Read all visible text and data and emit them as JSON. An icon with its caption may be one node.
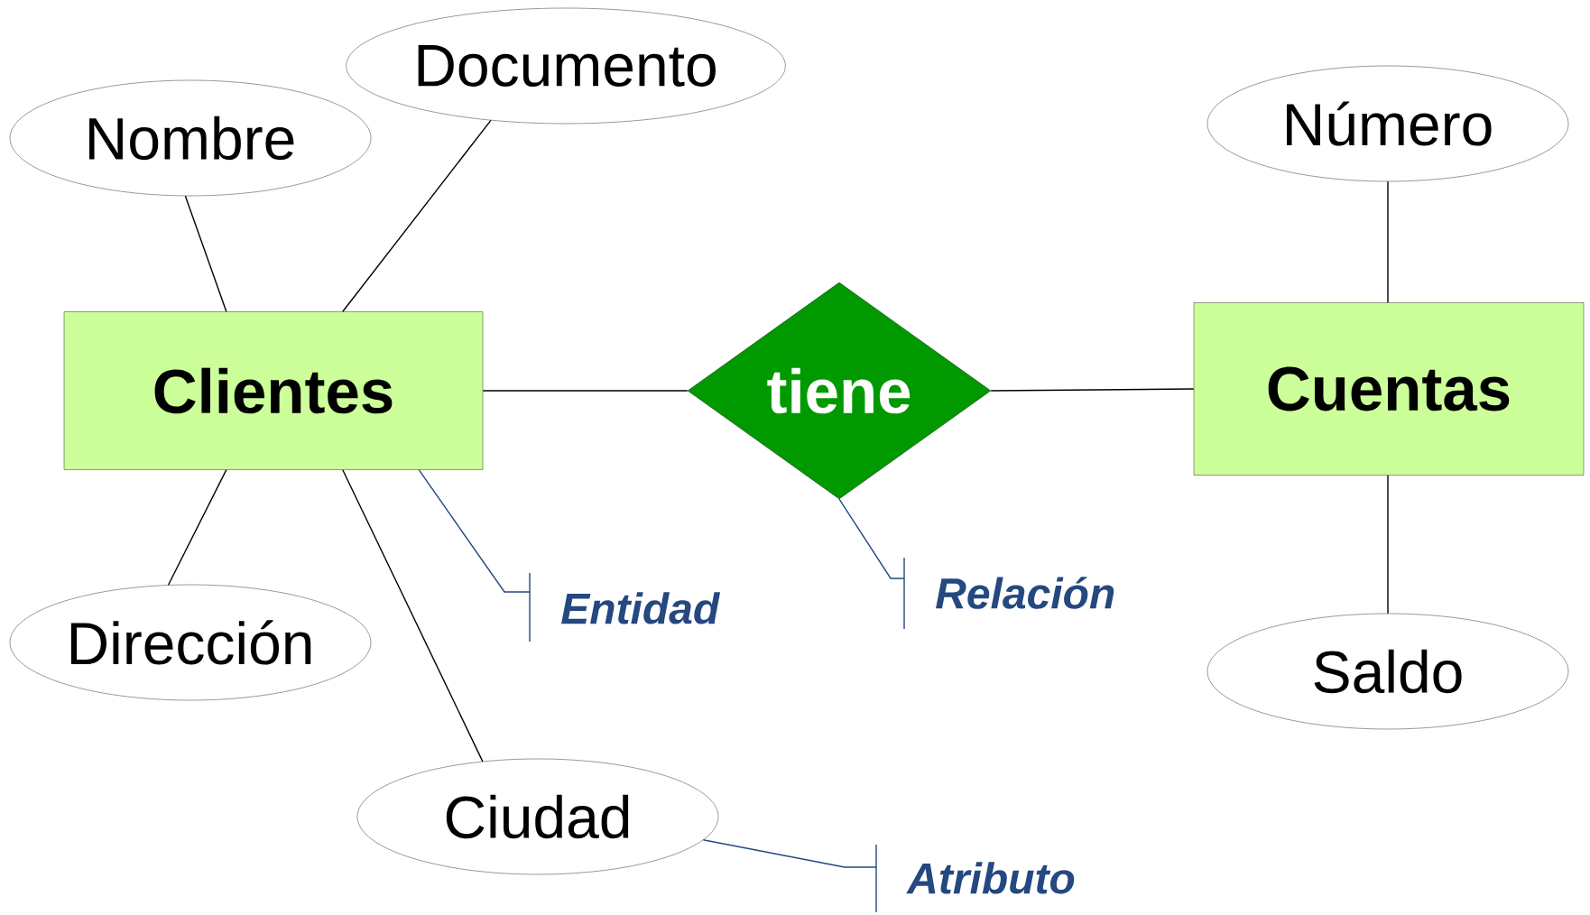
{
  "diagram": {
    "nodes": [
      {
        "text": [
          "Nombre"
        ]
      },
      {
        "text": [
          "Documento"
        ]
      },
      {
        "text": [
          "Clientes"
        ]
      },
      {
        "text": [
          "tiene"
        ]
      },
      {
        "text": [
          "Cuentas"
        ]
      },
      {
        "text": [
          "Número"
        ]
      },
      {
        "text": [
          "Dirección"
        ]
      },
      {
        "text": [
          "Saldo"
        ]
      },
      {
        "text": [
          "Ciudad"
        ]
      },
      {
        "text": [
          "Entidad"
        ]
      },
      {
        "text": [
          "Relación"
        ]
      },
      {
        "text": [
          "Atributo"
        ]
      }
    ],
    "edges": [
      {
        "from": 0,
        "to": 2,
        "arrow": "none"
      },
      {
        "from": 1,
        "to": 2,
        "arrow": "none"
      },
      {
        "from": 2,
        "to": 3,
        "arrow": "none"
      },
      {
        "from": 3,
        "to": 4,
        "arrow": "none"
      },
      {
        "from": 5,
        "to": 4,
        "arrow": "none"
      },
      {
        "from": 6,
        "to": 2,
        "arrow": "none"
      },
      {
        "from": 8,
        "to": 2,
        "arrow": "none"
      },
      {
        "from": 7,
        "to": 4,
        "arrow": "none"
      },
      {
        "from": 9,
        "to": 2,
        "arrow": "none",
        "color": "#24487f"
      },
      {
        "from": 10,
        "to": 3,
        "arrow": "none",
        "color": "#24487f"
      },
      {
        "from": 11,
        "to": 8,
        "arrow": "none",
        "color": "#24487f"
      }
    ]
  }
}
